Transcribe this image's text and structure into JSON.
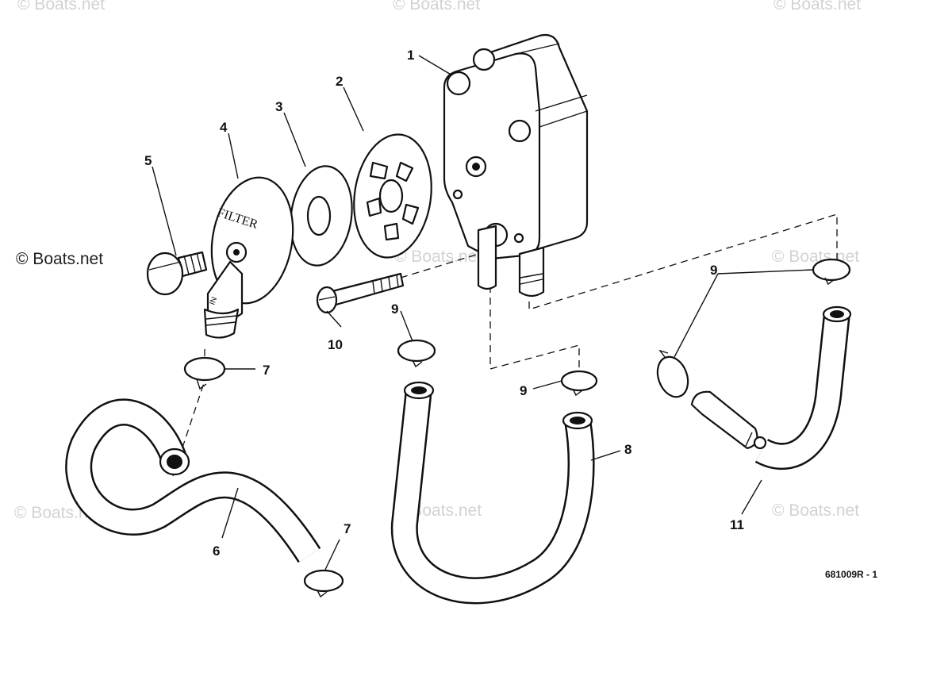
{
  "watermarks": {
    "top_left": "© Boats.net",
    "top_center": "© Boats.net",
    "top_right": "© Boats.net",
    "mid_left": "© Boats.net",
    "mid_center": "© Boats.net",
    "mid_right": "© Boats.net",
    "bottom_left": "© Boats.net",
    "bottom_center": "© Boats.net",
    "bottom_right": "© Boats.net"
  },
  "callouts": {
    "c1": "1",
    "c2": "2",
    "c3": "3",
    "c4": "4",
    "c5": "5",
    "c6": "6",
    "c7a": "7",
    "c7b": "7",
    "c8": "8",
    "c9a": "9",
    "c9b": "9",
    "c9c": "9",
    "c10": "10",
    "c11": "11"
  },
  "filter_text": "FILTER",
  "filter_neck_text": "IN",
  "drawing_code": "681009R - 1",
  "colors": {
    "line": "#111111",
    "watermark": "#d2d2d2",
    "background": "#ffffff"
  }
}
